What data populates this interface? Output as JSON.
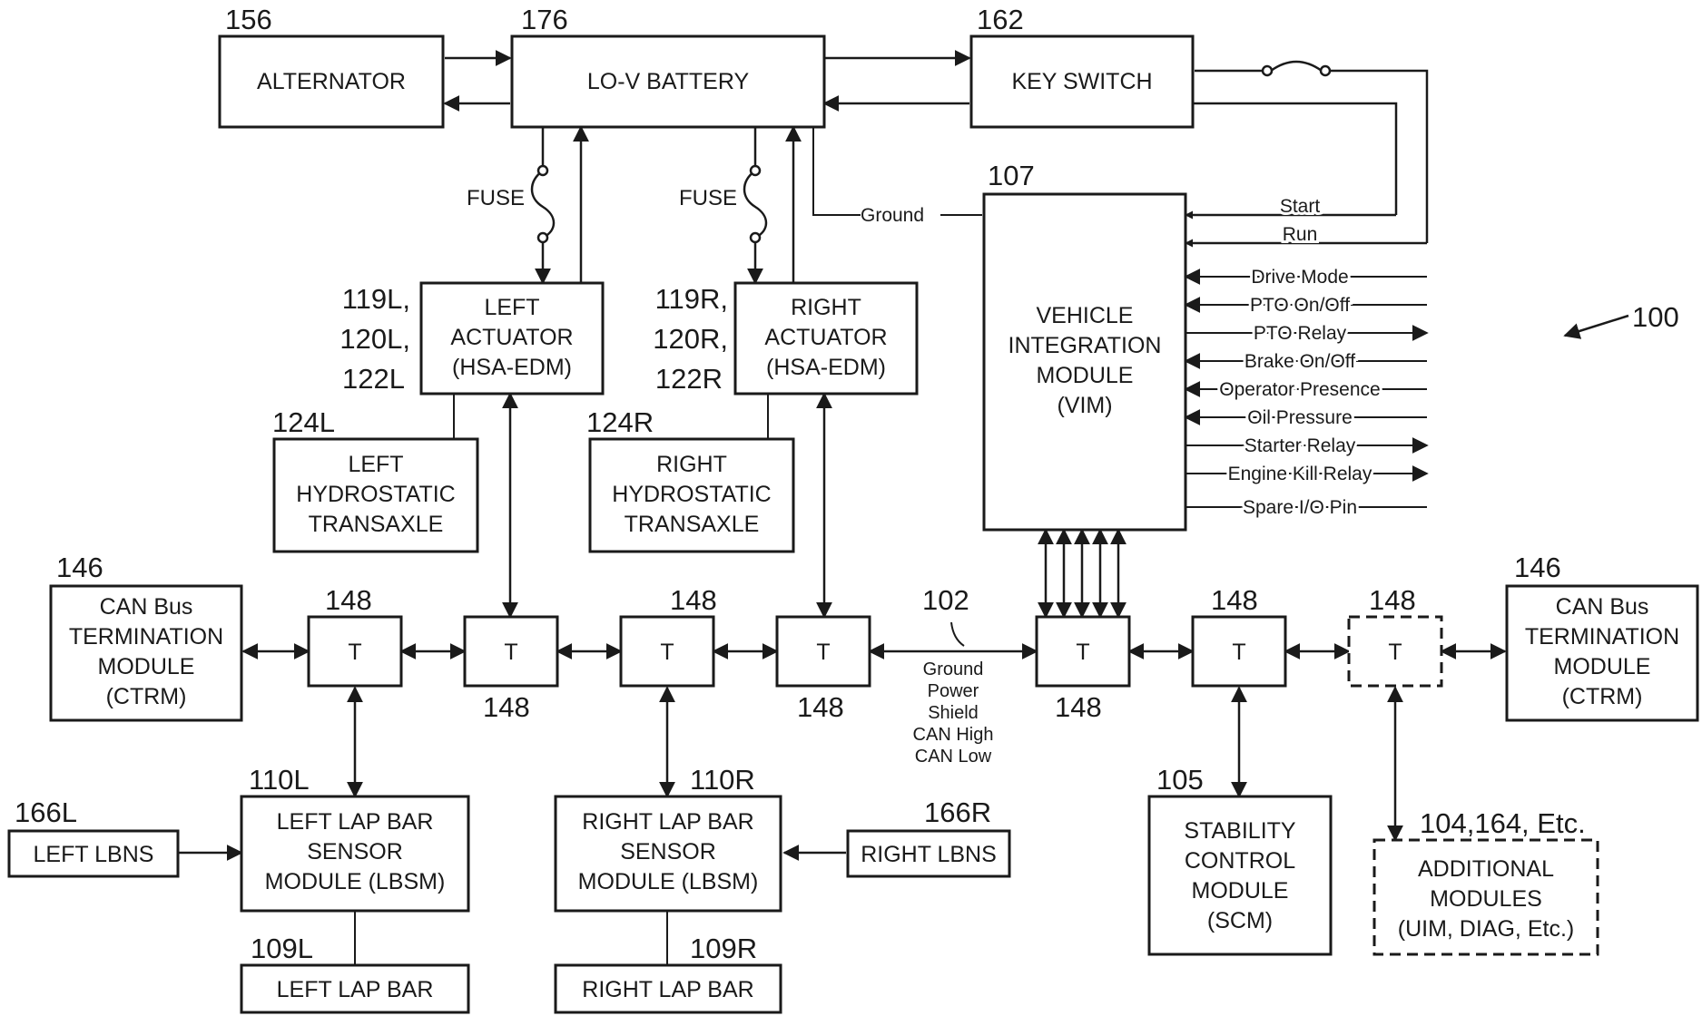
{
  "modules": {
    "alternator": {
      "ref": "156",
      "lines": [
        "ALTERNATOR"
      ]
    },
    "battery": {
      "ref": "176",
      "lines": [
        "LO-V BATTERY"
      ]
    },
    "key_switch": {
      "ref": "162",
      "lines": [
        "KEY SWITCH"
      ]
    },
    "vim": {
      "ref": "107",
      "lines": [
        "VEHICLE",
        "INTEGRATION",
        "MODULE",
        "(VIM)"
      ]
    },
    "left_actuator": {
      "ref": [
        "119L,",
        "120L,",
        "122L"
      ],
      "lines": [
        "LEFT",
        "ACTUATOR",
        "(HSA-EDM)"
      ]
    },
    "right_actuator": {
      "ref": [
        "119R,",
        "120R,",
        "122R"
      ],
      "lines": [
        "RIGHT",
        "ACTUATOR",
        "(HSA-EDM)"
      ]
    },
    "left_transaxle": {
      "ref": "124L",
      "lines": [
        "LEFT",
        "HYDROSTATIC",
        "TRANSAXLE"
      ]
    },
    "right_transaxle": {
      "ref": "124R",
      "lines": [
        "RIGHT",
        "HYDROSTATIC",
        "TRANSAXLE"
      ]
    },
    "ctrm_left": {
      "ref": "146",
      "lines": [
        "CAN Bus",
        "TERMINATION",
        "MODULE",
        "(CTRM)"
      ]
    },
    "ctrm_right": {
      "ref": "146",
      "lines": [
        "CAN Bus",
        "TERMINATION",
        "MODULE",
        "(CTRM)"
      ]
    },
    "left_lbsm": {
      "ref": "110L",
      "lines": [
        "LEFT LAP BAR",
        "SENSOR",
        "MODULE (LBSM)"
      ]
    },
    "right_lbsm": {
      "ref": "110R",
      "lines": [
        "RIGHT LAP BAR",
        "SENSOR",
        "MODULE (LBSM)"
      ]
    },
    "left_lbns": {
      "ref": "166L",
      "lines": [
        "LEFT LBNS"
      ]
    },
    "right_lbns": {
      "ref": "166R",
      "lines": [
        "RIGHT LBNS"
      ]
    },
    "left_lap_bar": {
      "ref": "109L",
      "lines": [
        "LEFT LAP BAR"
      ]
    },
    "right_lap_bar": {
      "ref": "109R",
      "lines": [
        "RIGHT LAP BAR"
      ]
    },
    "scm": {
      "ref": "105",
      "lines": [
        "STABILITY",
        "CONTROL",
        "MODULE",
        "(SCM)"
      ]
    },
    "additional": {
      "ref": "104,164, Etc.",
      "lines": [
        "ADDITIONAL",
        "MODULES",
        "(UIM, DIAG, Etc.)"
      ]
    }
  },
  "tees": {
    "label": "T",
    "ref": "148",
    "items": [
      {
        "id": "t1",
        "ref_pos": "above"
      },
      {
        "id": "t2",
        "ref_pos": "none"
      },
      {
        "id": "t3",
        "ref_pos": "above"
      },
      {
        "id": "t4",
        "ref_pos": "none"
      },
      {
        "id": "t5",
        "ref_pos": "none"
      },
      {
        "id": "t6",
        "ref_pos": "above"
      },
      {
        "id": "t7",
        "ref_pos": "above",
        "dashed": true
      }
    ],
    "below_refs": [
      "148",
      "148",
      "148"
    ]
  },
  "bus": {
    "ref": "102",
    "conductors": [
      "Ground",
      "Power",
      "Shield",
      "CAN High",
      "CAN Low"
    ]
  },
  "fuse_label": "FUSE",
  "ground_label": "Ground",
  "system_ref": "100",
  "vim_signals": [
    {
      "label": "Start",
      "dir": "in"
    },
    {
      "label": "Run",
      "dir": "in"
    },
    {
      "label": "Drive Mode",
      "dir": "in"
    },
    {
      "label": "PTO On/Off",
      "dir": "in"
    },
    {
      "label": "PTO Relay",
      "dir": "out"
    },
    {
      "label": "Brake On/Off",
      "dir": "in"
    },
    {
      "label": "Operator Presence",
      "dir": "in"
    },
    {
      "label": "Oil Pressure",
      "dir": "in"
    },
    {
      "label": "Starter Relay",
      "dir": "out"
    },
    {
      "label": "Engine Kill Relay",
      "dir": "out"
    },
    {
      "label": "Spare I/O Pin",
      "dir": "none"
    }
  ]
}
